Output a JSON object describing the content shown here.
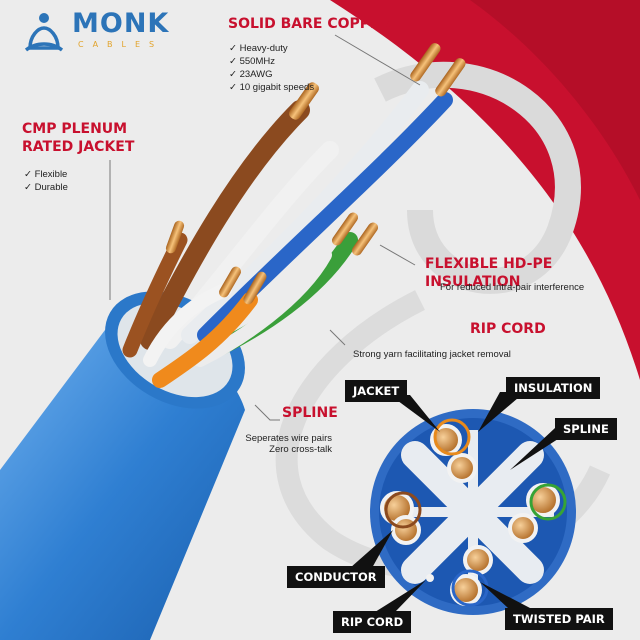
{
  "brand": {
    "name": "MONK",
    "subtitle": "CABLES"
  },
  "copper": {
    "title": "SOLID BARE COPPER",
    "items": [
      "✓ Heavy-duty",
      "✓ 550MHz",
      "✓ 23AWG",
      "✓ 10 gigabit speeds"
    ]
  },
  "jacket": {
    "title_line1": "CMP PLENUM",
    "title_line2": "RATED JACKET",
    "items": [
      "✓ Flexible",
      "✓ Durable"
    ]
  },
  "insulation": {
    "title": "FLEXIBLE HD-PE INSULATION",
    "desc": "For reduced intra-pair interference"
  },
  "ripcord": {
    "title": "RIP CORD",
    "desc": "Strong yarn facilitating jacket removal"
  },
  "spline": {
    "title": "SPLINE",
    "desc_line1": "Seperates wire pairs",
    "desc_line2": "Zero cross-talk"
  },
  "diagram_labels": {
    "jacket": "JACKET",
    "insulation": "INSULATION",
    "spline": "SPLINE",
    "conductor": "CONDUCTOR",
    "rip_cord": "RIP CORD",
    "twisted_pair": "TWISTED PAIR"
  },
  "colors": {
    "red": "#c8102e",
    "blue": "#2c74b8",
    "gold": "#e2a32b"
  }
}
